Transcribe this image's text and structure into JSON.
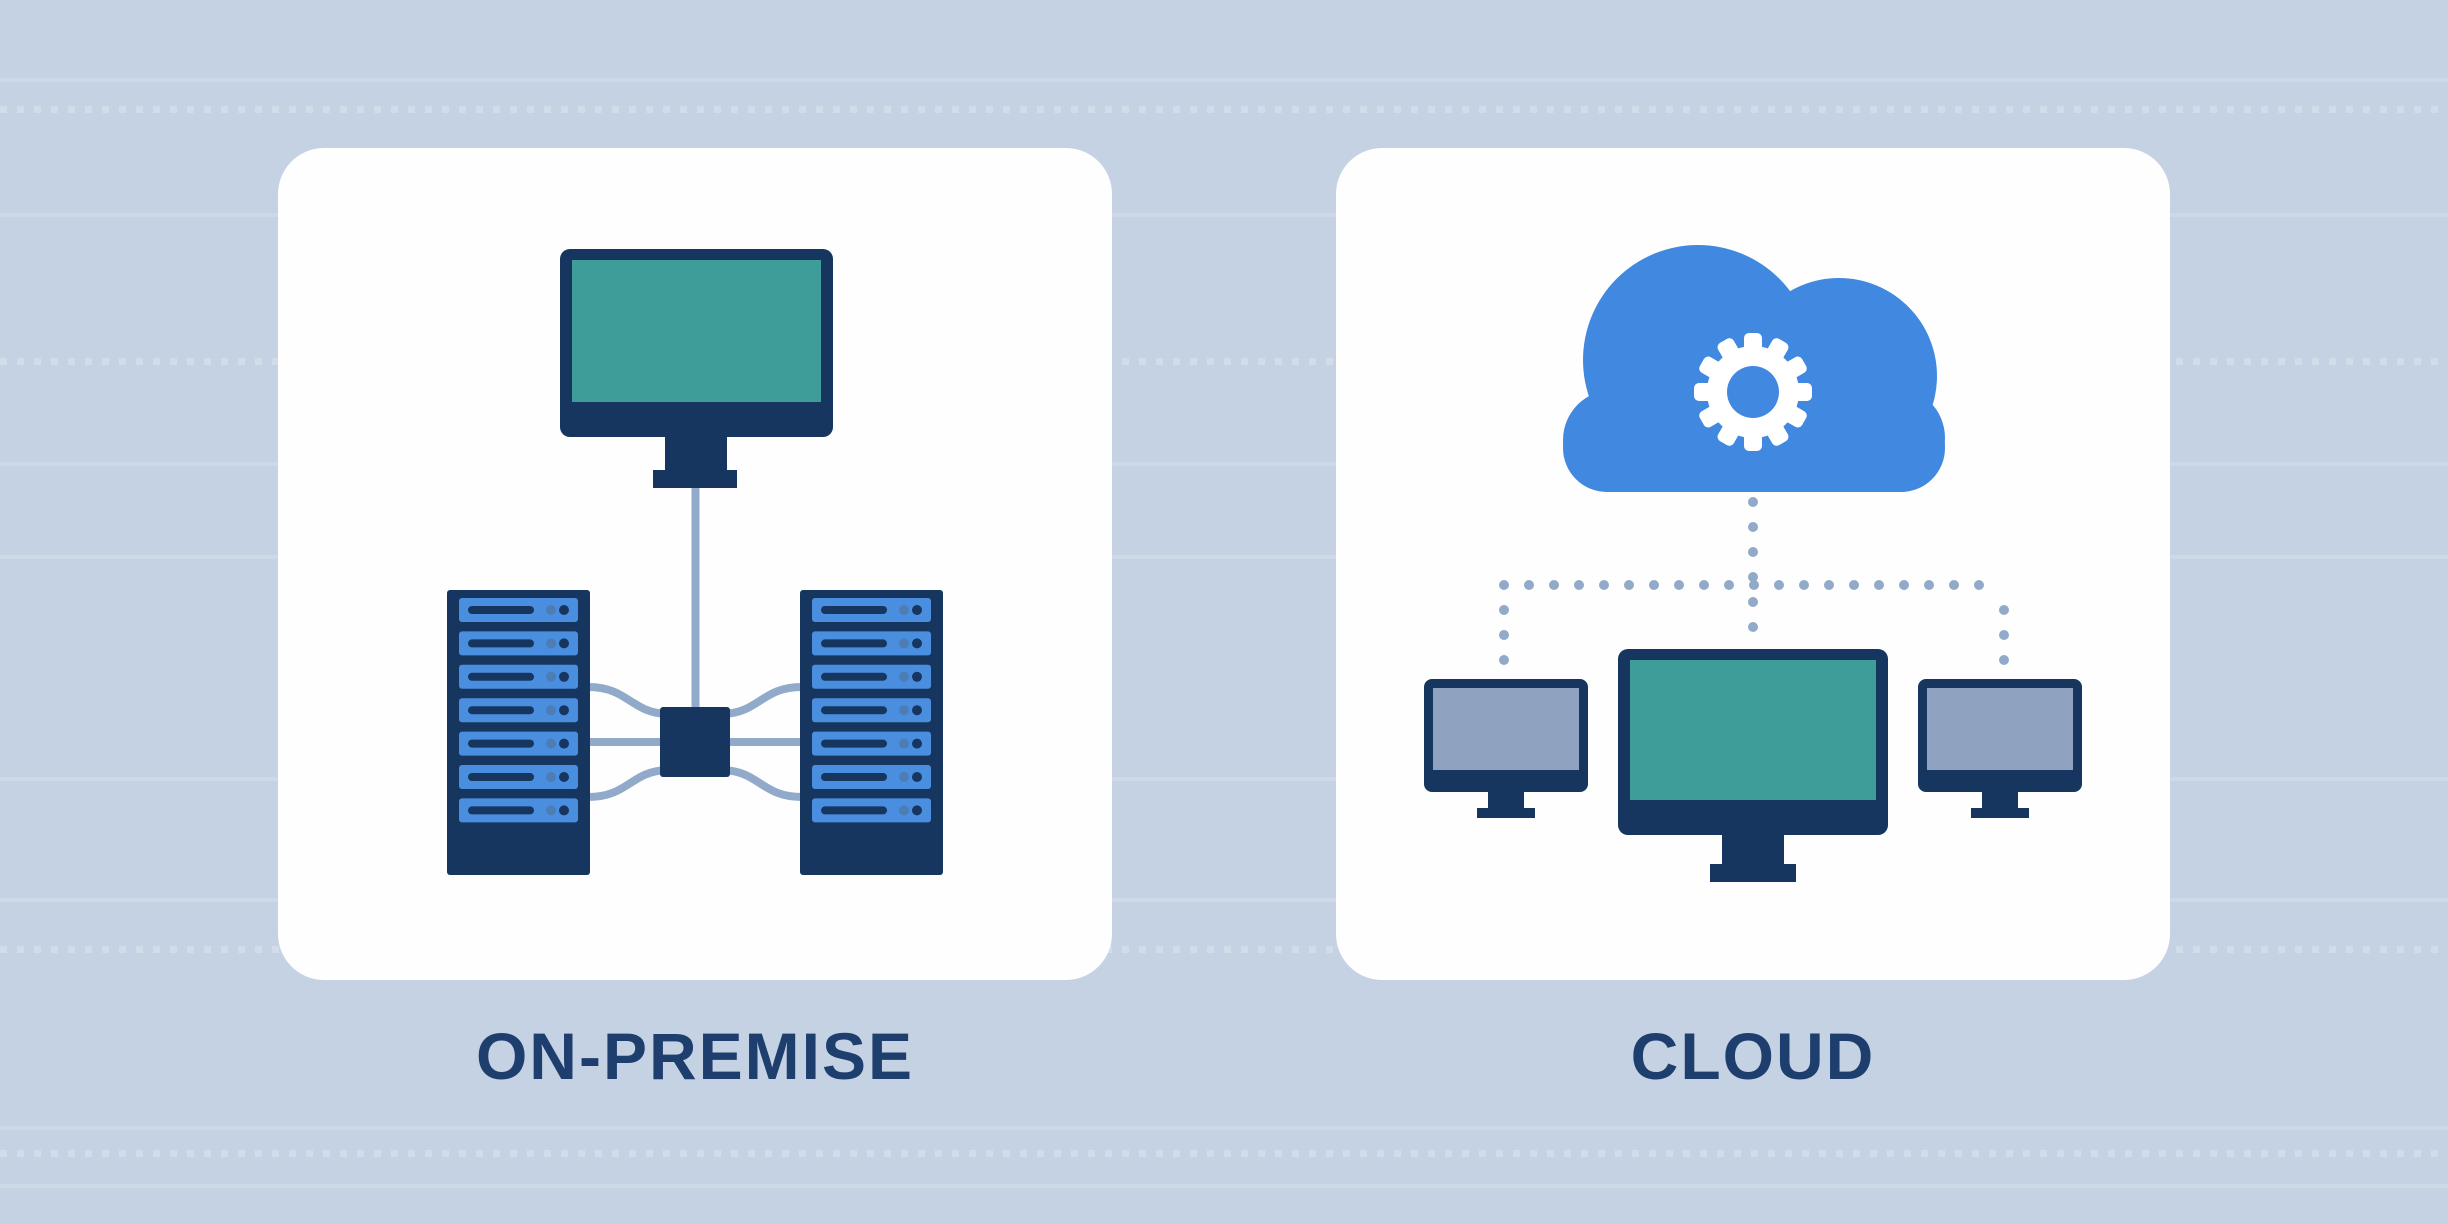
{
  "cards": [
    {
      "id": "on-premise",
      "label": "ON-PREMISE",
      "icons": [
        "desktop-computer",
        "network-switch",
        "server-rack-left",
        "server-rack-right",
        "network-cables"
      ]
    },
    {
      "id": "cloud",
      "label": "CLOUD",
      "icons": [
        "cloud",
        "gear",
        "dotted-connectors",
        "client-monitor-left",
        "main-monitor",
        "client-monitor-right"
      ]
    }
  ],
  "illustration": {
    "servers_per_rack": 7,
    "rack_count": 2,
    "cloud_client_count": 3
  },
  "colors": {
    "background": "#c5d2e3",
    "pattern": "#d6dfeb",
    "card": "#fefefe",
    "navy": "#16365f",
    "label_text": "#1e3e6e",
    "teal": "#3f9d99",
    "server_blue": "#4a8ee0",
    "led_blue": "#4e7cb4",
    "side_screen": "#8fa3c1",
    "cloud_blue": "#4189e0",
    "gear_white": "#ffffff",
    "connector": "#92aac9"
  }
}
